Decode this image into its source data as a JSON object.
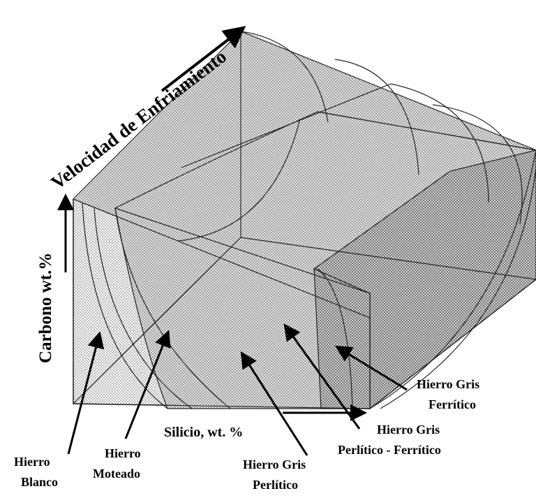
{
  "axes": {
    "cooling_rate": "Velocidad de Enfriamiento",
    "carbon": "Carbono wt.%",
    "silicon": "Silicio, wt. %"
  },
  "regions": {
    "white_iron": [
      "Hierro",
      "Blanco"
    ],
    "mottled_iron": [
      "Hierro",
      "Moteado"
    ],
    "pearlitic_gray": [
      "Hierro Gris",
      "Perlítico"
    ],
    "pearlitic_ferritic_gray": [
      "Hierro Gris",
      "Perlítico - Ferrítico"
    ],
    "ferritic_gray": [
      "Hierro Gris",
      "Ferrítico"
    ]
  }
}
